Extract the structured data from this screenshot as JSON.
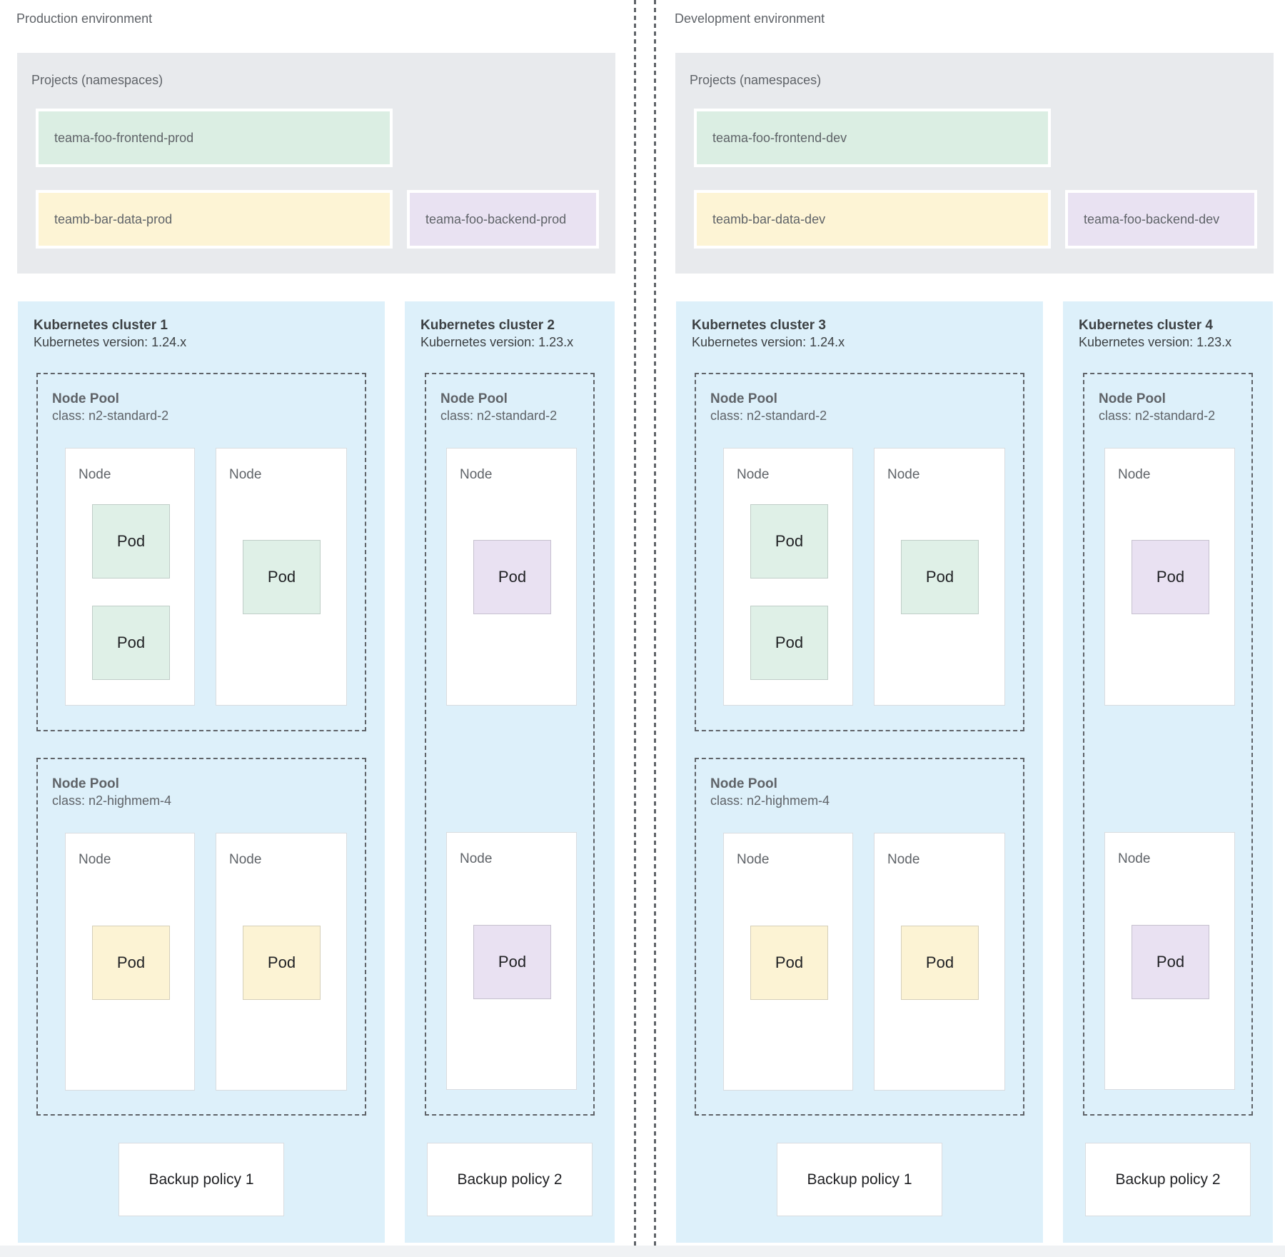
{
  "palette": {
    "cluster_background": "#ddf0fa",
    "projects_background": "#e8eaed",
    "namespace_green": "#dbeee3",
    "namespace_yellow": "#fdf4d5",
    "namespace_purple": "#e9e2f2",
    "pod_green": "#dff0e7",
    "pod_yellow": "#fcf3d4",
    "pod_purple": "#e9e1f2",
    "text_dark": "#3c4043",
    "text_gray": "#5f6368"
  },
  "diagram": {
    "environments": [
      {
        "label": "Production environment",
        "projects": {
          "title": "Projects (namespaces)",
          "namespaces": [
            {
              "name": "teama-foo-frontend-prod",
              "color": "green"
            },
            {
              "name": "teamb-bar-data-prod",
              "color": "yellow"
            },
            {
              "name": "teama-foo-backend-prod",
              "color": "purple"
            }
          ]
        },
        "clusters": [
          {
            "title": "Kubernetes cluster 1",
            "version": "Kubernetes version: 1.24.x",
            "backup_policy": "Backup policy 1",
            "node_pools": [
              {
                "title": "Node Pool",
                "machine_class": "class: n2-standard-2",
                "nodes": [
                  {
                    "label": "Node",
                    "pods": [
                      {
                        "label": "Pod",
                        "color": "green"
                      },
                      {
                        "label": "Pod",
                        "color": "green"
                      }
                    ]
                  },
                  {
                    "label": "Node",
                    "pods": [
                      {
                        "label": "Pod",
                        "color": "green"
                      }
                    ]
                  }
                ]
              },
              {
                "title": "Node Pool",
                "machine_class": "class: n2-highmem-4",
                "nodes": [
                  {
                    "label": "Node",
                    "pods": [
                      {
                        "label": "Pod",
                        "color": "yellow"
                      }
                    ]
                  },
                  {
                    "label": "Node",
                    "pods": [
                      {
                        "label": "Pod",
                        "color": "yellow"
                      }
                    ]
                  }
                ]
              }
            ]
          },
          {
            "title": "Kubernetes cluster 2",
            "version": "Kubernetes version: 1.23.x",
            "backup_policy": "Backup policy 2",
            "node_pools": [
              {
                "title": "Node Pool",
                "machine_class": "class: n2-standard-2",
                "nodes": [
                  {
                    "label": "Node",
                    "pods": [
                      {
                        "label": "Pod",
                        "color": "purple"
                      }
                    ]
                  },
                  {
                    "label": "Node",
                    "pods": [
                      {
                        "label": "Pod",
                        "color": "purple"
                      }
                    ]
                  }
                ]
              }
            ]
          }
        ]
      },
      {
        "label": "Development environment",
        "projects": {
          "title": "Projects (namespaces)",
          "namespaces": [
            {
              "name": "teama-foo-frontend-dev",
              "color": "green"
            },
            {
              "name": "teamb-bar-data-dev",
              "color": "yellow"
            },
            {
              "name": "teama-foo-backend-dev",
              "color": "purple"
            }
          ]
        },
        "clusters": [
          {
            "title": "Kubernetes cluster 3",
            "version": "Kubernetes version: 1.24.x",
            "backup_policy": "Backup policy 1",
            "node_pools": [
              {
                "title": "Node Pool",
                "machine_class": "class: n2-standard-2",
                "nodes": [
                  {
                    "label": "Node",
                    "pods": [
                      {
                        "label": "Pod",
                        "color": "green"
                      },
                      {
                        "label": "Pod",
                        "color": "green"
                      }
                    ]
                  },
                  {
                    "label": "Node",
                    "pods": [
                      {
                        "label": "Pod",
                        "color": "green"
                      }
                    ]
                  }
                ]
              },
              {
                "title": "Node Pool",
                "machine_class": "class: n2-highmem-4",
                "nodes": [
                  {
                    "label": "Node",
                    "pods": [
                      {
                        "label": "Pod",
                        "color": "yellow"
                      }
                    ]
                  },
                  {
                    "label": "Node",
                    "pods": [
                      {
                        "label": "Pod",
                        "color": "yellow"
                      }
                    ]
                  }
                ]
              }
            ]
          },
          {
            "title": "Kubernetes cluster 4",
            "version": "Kubernetes version: 1.23.x",
            "backup_policy": "Backup policy 2",
            "node_pools": [
              {
                "title": "Node Pool",
                "machine_class": "class: n2-standard-2",
                "nodes": [
                  {
                    "label": "Node",
                    "pods": [
                      {
                        "label": "Pod",
                        "color": "purple"
                      }
                    ]
                  },
                  {
                    "label": "Node",
                    "pods": [
                      {
                        "label": "Pod",
                        "color": "purple"
                      }
                    ]
                  }
                ]
              }
            ]
          }
        ]
      }
    ]
  }
}
